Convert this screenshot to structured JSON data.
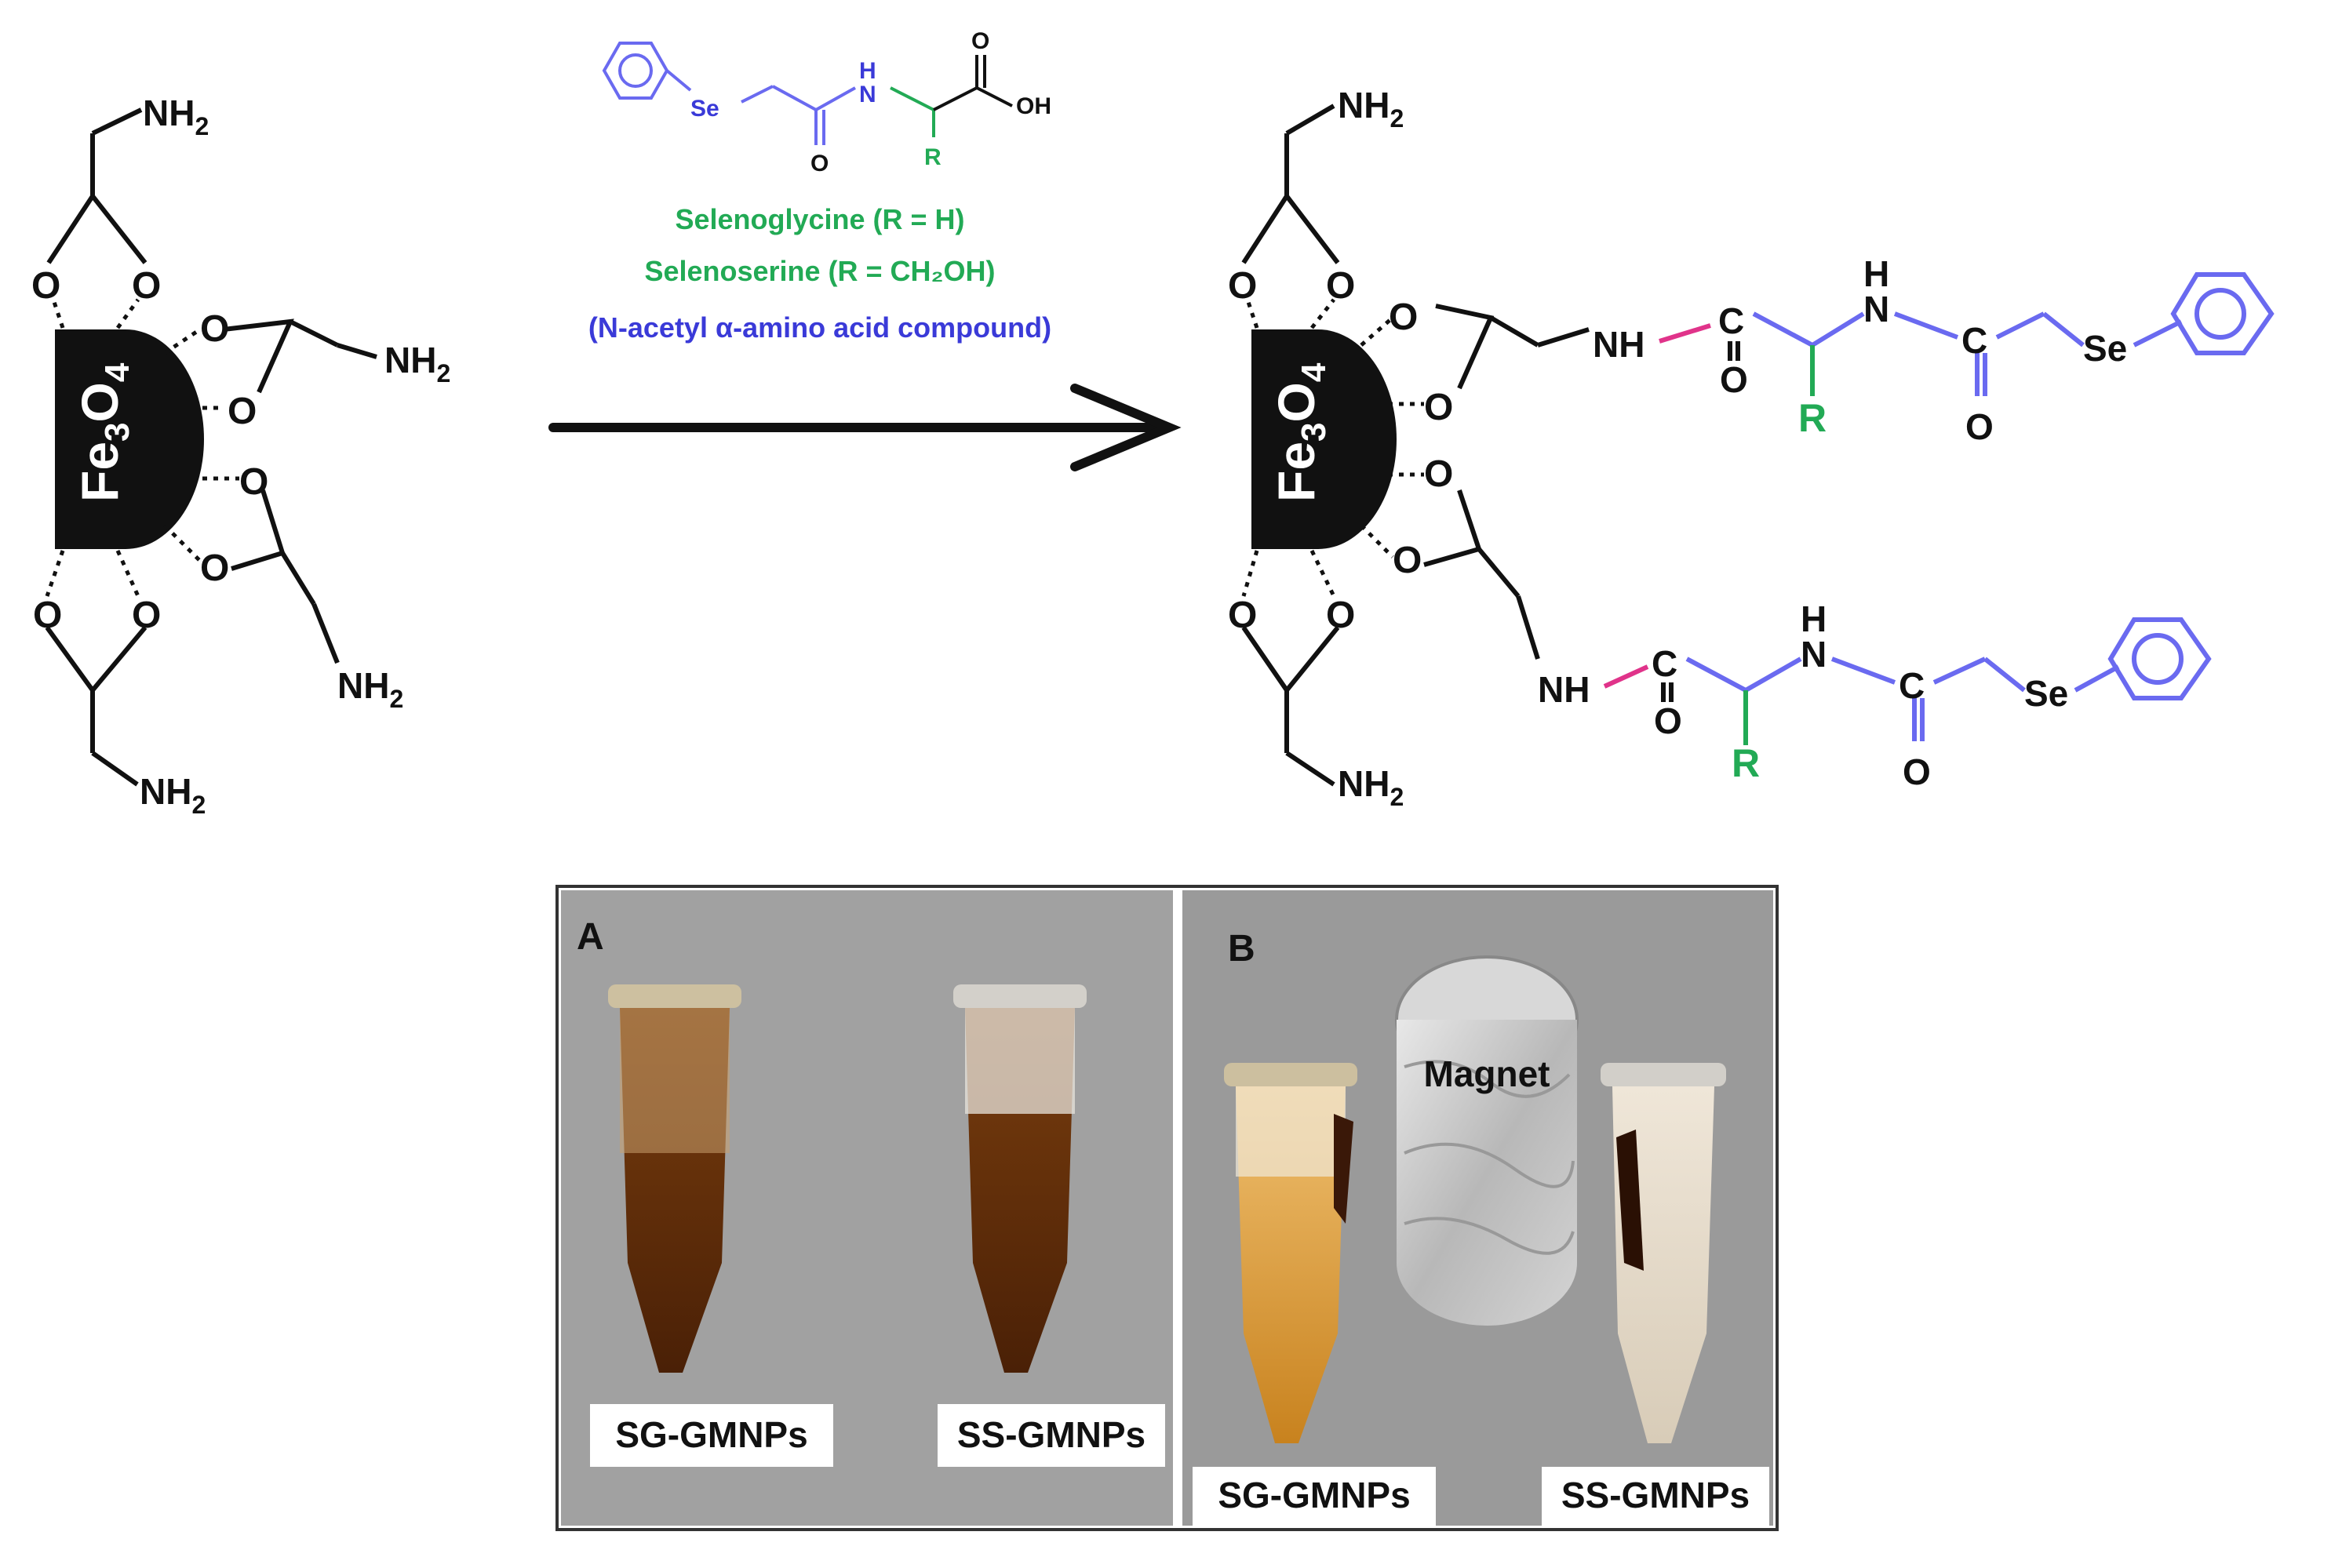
{
  "scheme": {
    "core_label_base": "Fe",
    "core_label_sub1": "3",
    "core_label_mid": "O",
    "core_label_sub2": "4",
    "nh2": "NH",
    "nh2_sub": "2",
    "oxygen": "O",
    "nh": "NH",
    "h": "H",
    "n": "N",
    "carbon": "C",
    "selenium": "Se",
    "oh": "OH",
    "r_group": "R",
    "reagent_line1": "Selenoglycine (R = H)",
    "reagent_line2": "Selenoserine (R = CH₂OH)",
    "reagent_line3": "(N-acetyl α-amino acid compound)"
  },
  "photos": {
    "panel_a_letter": "A",
    "panel_b_letter": "B",
    "magnet_label": "Magnet",
    "a_left_label": "SG-GMNPs",
    "a_right_label": "SS-GMNPs",
    "b_left_label": "SG-GMNPs",
    "b_right_label": "SS-GMNPs"
  },
  "colors": {
    "black": "#111111",
    "blue_chain": "#6a6af0",
    "green_r": "#22aa55",
    "magenta_bond": "#e0338a",
    "blue_text": "#3a3ad8",
    "photo_bg": "#9a9a9a",
    "tube_brown": "#5a2a08",
    "tube_orange": "#d89a35"
  }
}
